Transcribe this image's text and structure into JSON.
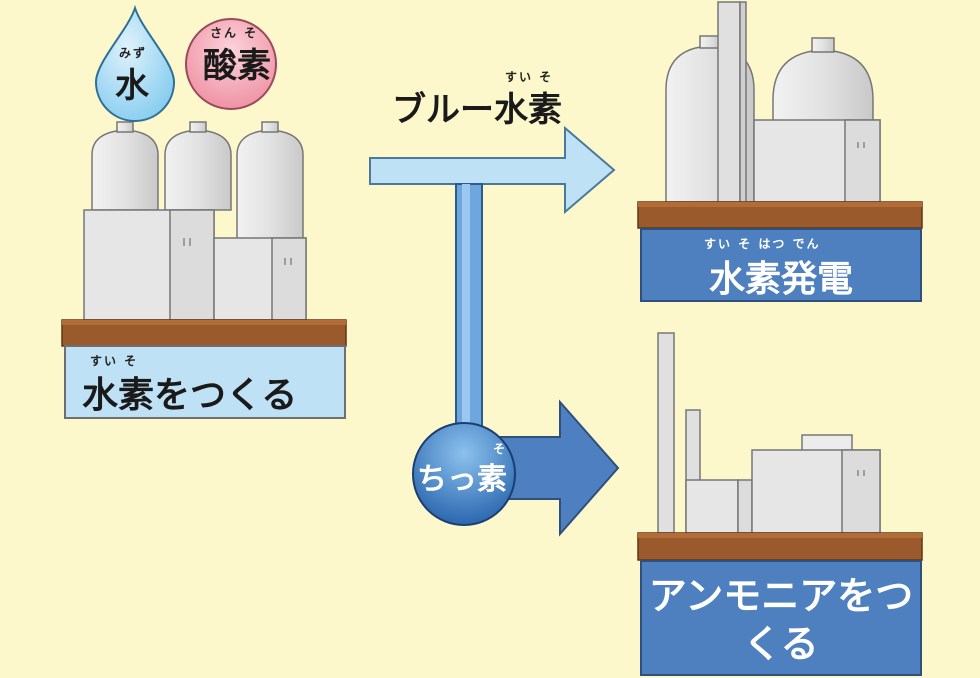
{
  "inputs": {
    "water": {
      "label": "水",
      "ruby": "みず"
    },
    "oxygen": {
      "label": "酸素",
      "ruby": "さん そ"
    },
    "nitrogen": {
      "label": "ちっ素",
      "ruby": "そ"
    }
  },
  "blue_hydrogen": {
    "label": "ブルー水素",
    "ruby": "すい そ"
  },
  "hydrogen_production": {
    "label": "水素をつくる",
    "ruby": "すい そ"
  },
  "hydrogen_power": {
    "label": "水素発電",
    "ruby": "すい そ はつ でん"
  },
  "ammonia_production": {
    "label": "アンモニアをつくる"
  },
  "colors": {
    "background": "#fdf8cc",
    "light_blue": "#bfe1f5",
    "dark_blue": "#4e7fbf",
    "platform": "#9a5a2b",
    "tank": "#e3e3e3",
    "oxygen_pink": "#f3a2b2",
    "nitrogen_blue": "#3f7fc3"
  }
}
